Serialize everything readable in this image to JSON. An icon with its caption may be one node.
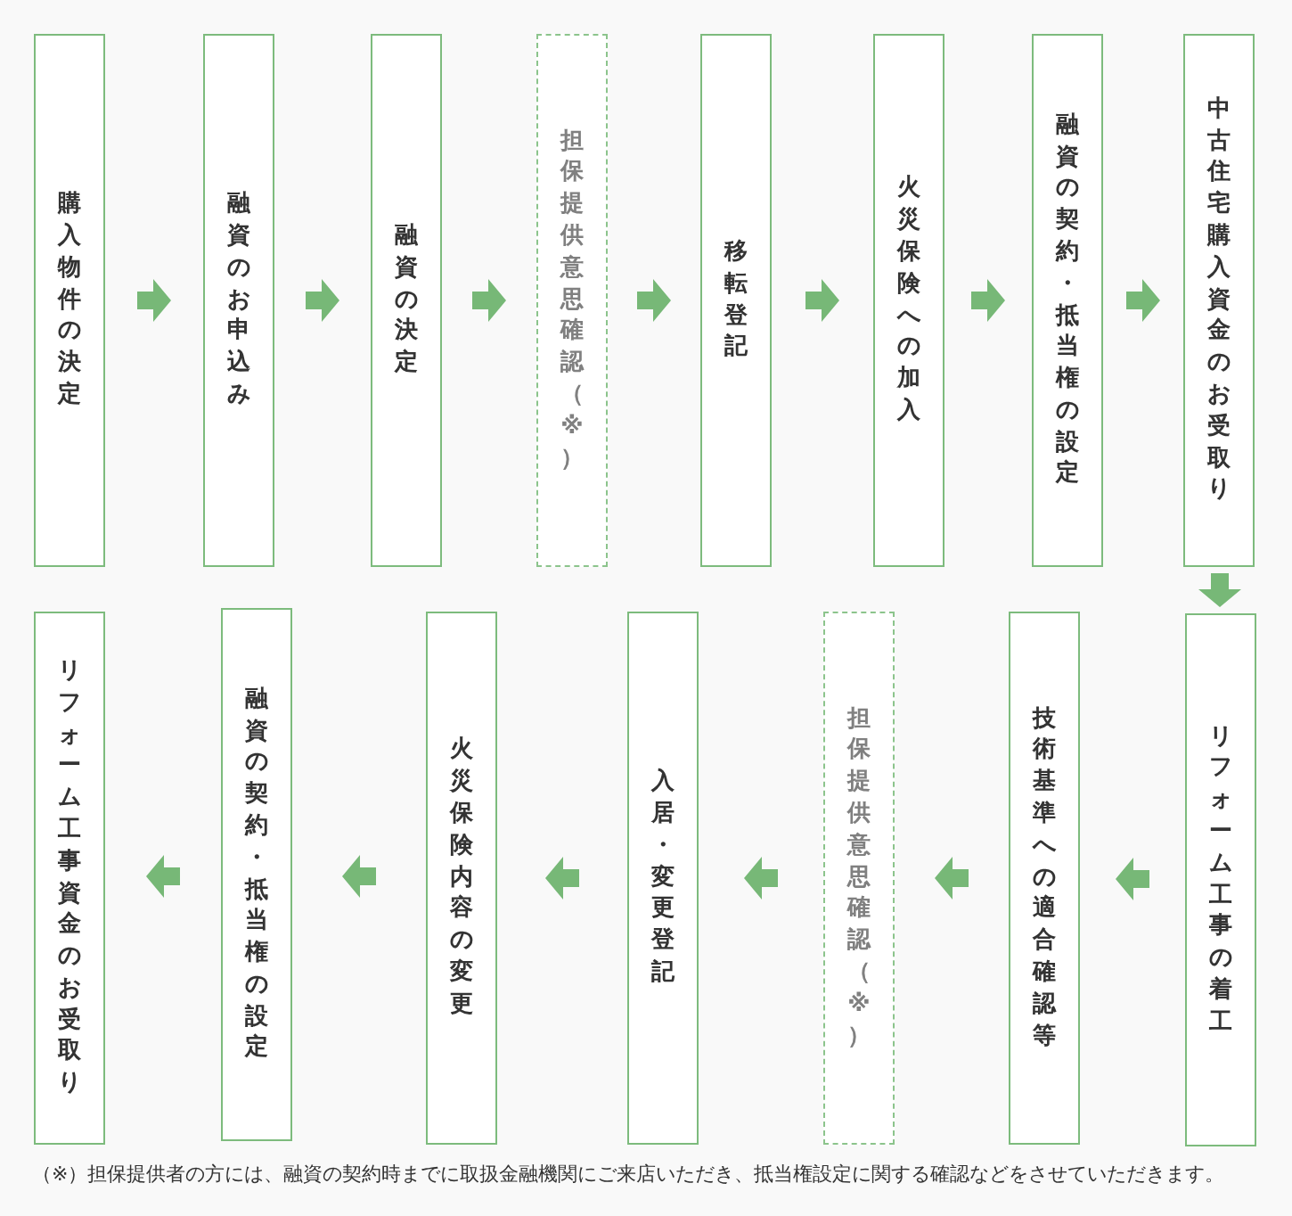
{
  "diagram": {
    "nodes": [
      {
        "text": [
          "購入物件の決定"
        ]
      },
      {
        "text": [
          "融資のお申込み"
        ]
      },
      {
        "text": [
          "融資の決定"
        ]
      },
      {
        "text": [
          "担保提供意思確認（※）"
        ]
      },
      {
        "text": [
          "移転登記"
        ]
      },
      {
        "text": [
          "火災保険への加入"
        ]
      },
      {
        "text": [
          "融資の契約・抵当権の設定"
        ]
      },
      {
        "text": [
          "中古住宅購入資金のお受取り"
        ]
      },
      {
        "text": [
          "リフォーム工事の着工"
        ]
      },
      {
        "text": [
          "技術基準への適合確認等"
        ]
      },
      {
        "text": [
          "担保提供意思確認（※）"
        ]
      },
      {
        "text": [
          "入居・変更登記"
        ]
      },
      {
        "text": [
          "火災保険内容の変更"
        ]
      },
      {
        "text": [
          "融資の契約・抵当権の設定"
        ]
      },
      {
        "text": [
          "リフォーム工事資金のお受取り"
        ]
      }
    ],
    "edges": [
      {
        "from": 0,
        "to": 1,
        "arrow": "to"
      },
      {
        "from": 1,
        "to": 2,
        "arrow": "to"
      },
      {
        "from": 2,
        "to": 3,
        "arrow": "to"
      },
      {
        "from": 3,
        "to": 4,
        "arrow": "to"
      },
      {
        "from": 4,
        "to": 5,
        "arrow": "to"
      },
      {
        "from": 5,
        "to": 6,
        "arrow": "to"
      },
      {
        "from": 6,
        "to": 7,
        "arrow": "to"
      },
      {
        "from": 7,
        "to": 8,
        "arrow": "to"
      },
      {
        "from": 8,
        "to": 9,
        "arrow": "to"
      },
      {
        "from": 9,
        "to": 10,
        "arrow": "to"
      },
      {
        "from": 10,
        "to": 11,
        "arrow": "to"
      },
      {
        "from": 11,
        "to": 12,
        "arrow": "to"
      },
      {
        "from": 12,
        "to": 13,
        "arrow": "to"
      },
      {
        "from": 13,
        "to": 14,
        "arrow": "to"
      }
    ],
    "labels": [
      "（※）担保提供者の方には、融資の契約時までに取扱金融機関にご来店いただき、抵当権設定に関する確認などをさせていただきます。"
    ]
  }
}
